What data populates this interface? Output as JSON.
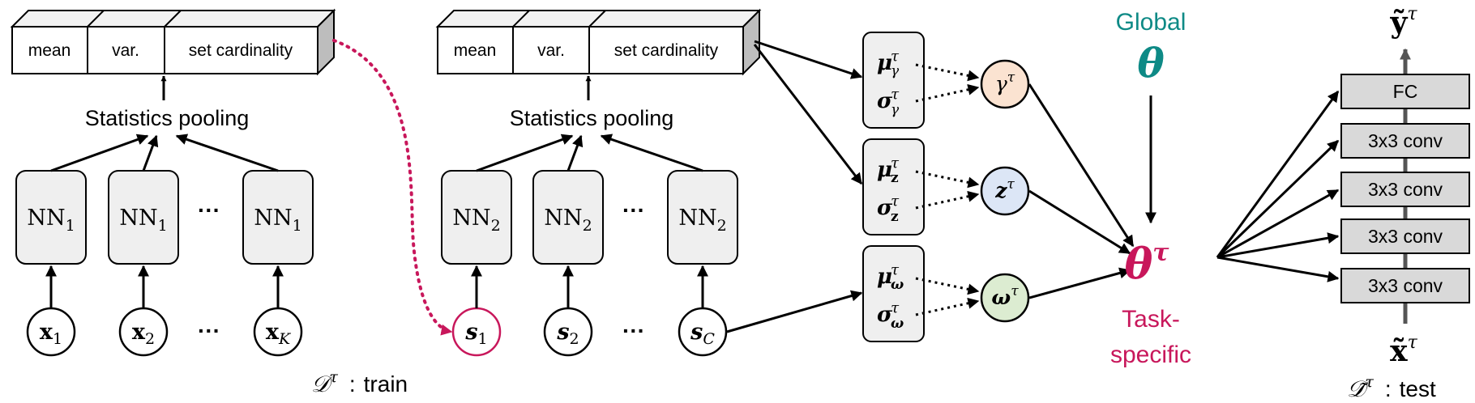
{
  "colors": {
    "teal": "#0e8a86",
    "crimson": "#c8175b",
    "box_fill": "#efefef",
    "box_top_fill": "#f2f2f2",
    "box_side_fill": "#bdbdbd",
    "gamma_fill": "#fbe3d1",
    "z_fill": "#dce6f6",
    "omega_fill": "#dcecd1",
    "conv_fill": "#d9d9d9"
  },
  "left_block": {
    "stats_labels": [
      "mean",
      "var.",
      "set cardinality"
    ],
    "pooling_label": "Statistics pooling",
    "nn_base": "NN",
    "nn_sub": "1",
    "dots": "···",
    "input_base": "x",
    "input_subs": [
      "1",
      "2",
      "K"
    ],
    "dataset_symbol": "𝒟",
    "dataset_sup": "τ",
    "dataset_colon": ":",
    "dataset_word": "train"
  },
  "mid_block": {
    "stats_labels": [
      "mean",
      "var.",
      "set cardinality"
    ],
    "pooling_label": "Statistics pooling",
    "nn_base": "NN",
    "nn_sub": "2",
    "dots": "···",
    "input_base": "s",
    "input_subs": [
      "1",
      "2",
      "C"
    ]
  },
  "param_groups": [
    {
      "mu": "μ",
      "sigma": "σ",
      "sub": "γ",
      "sup": "τ",
      "node": "γ",
      "node_sup": "τ",
      "icon": "gamma-node-icon"
    },
    {
      "mu": "μ",
      "sigma": "σ",
      "sub": "z",
      "sup": "τ",
      "node": "z",
      "node_sup": "τ",
      "icon": "z-node-icon"
    },
    {
      "mu": "μ",
      "sigma": "σ",
      "sub": "ω",
      "sup": "τ",
      "node": "ω",
      "node_sup": "τ",
      "icon": "omega-node-icon"
    }
  ],
  "global": {
    "label": "Global",
    "symbol": "θ"
  },
  "task": {
    "symbol": "θ",
    "sup": "τ",
    "label_line1": "Task-",
    "label_line2": "specific"
  },
  "network": {
    "output_symbol": "ỹ",
    "output_sup": "τ",
    "layers": [
      "FC",
      "3x3 conv",
      "3x3 conv",
      "3x3 conv",
      "3x3 conv"
    ],
    "input_symbol": "x̃",
    "input_sup": "τ",
    "dataset_symbol": "𝒟̃",
    "dataset_sup": "τ",
    "dataset_colon": ":",
    "dataset_word": "test"
  }
}
